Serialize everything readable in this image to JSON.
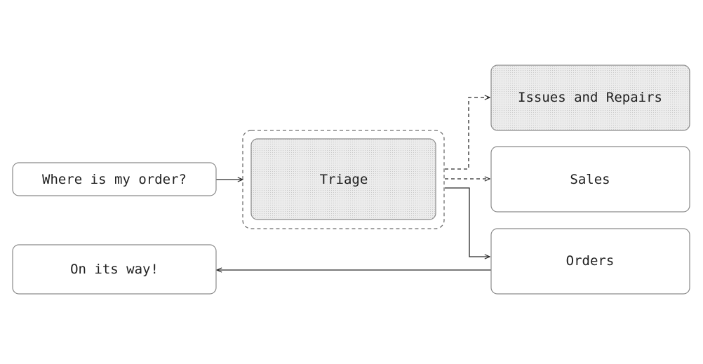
{
  "nodes": {
    "question": "Where is my order?",
    "triage": "Triage",
    "issues": "Issues and Repairs",
    "sales": "Sales",
    "orders": "Orders",
    "answer": "On its way!"
  },
  "colors": {
    "stroke": "#8a8a8a",
    "text": "#1f1f1f",
    "highlight_fill": "#ececec",
    "highlight_dot": "#c9c9c9",
    "background": "#ffffff"
  },
  "edges": [
    {
      "from": "question",
      "to": "triage",
      "style": "solid"
    },
    {
      "from": "triage",
      "to": "issues",
      "style": "dashed"
    },
    {
      "from": "triage",
      "to": "sales",
      "style": "dashed"
    },
    {
      "from": "triage",
      "to": "orders",
      "style": "solid"
    },
    {
      "from": "orders",
      "to": "answer",
      "style": "solid"
    }
  ],
  "highlighted": [
    "triage",
    "issues"
  ],
  "selected": [
    "triage"
  ]
}
